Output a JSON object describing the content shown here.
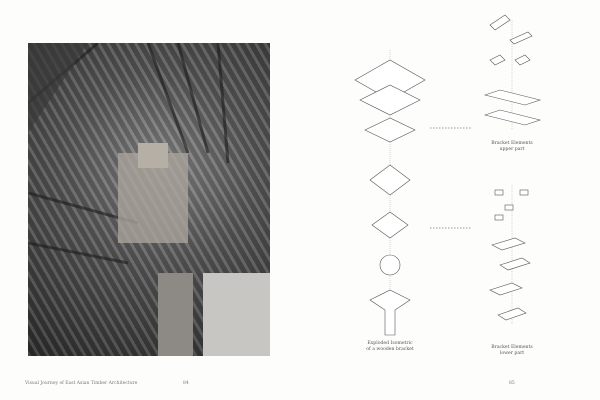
{
  "left_page": {
    "footer_title": "Visual Journey of East Asian Timber Architecture",
    "page_number": "84"
  },
  "right_page": {
    "captions": {
      "exploded": [
        "Exploded Isometric",
        "of a wooden bracket"
      ],
      "upper": [
        "Bracket Elements",
        "upper part"
      ],
      "lower": [
        "Bracket Elements",
        "lower part"
      ]
    },
    "page_number": "85"
  }
}
